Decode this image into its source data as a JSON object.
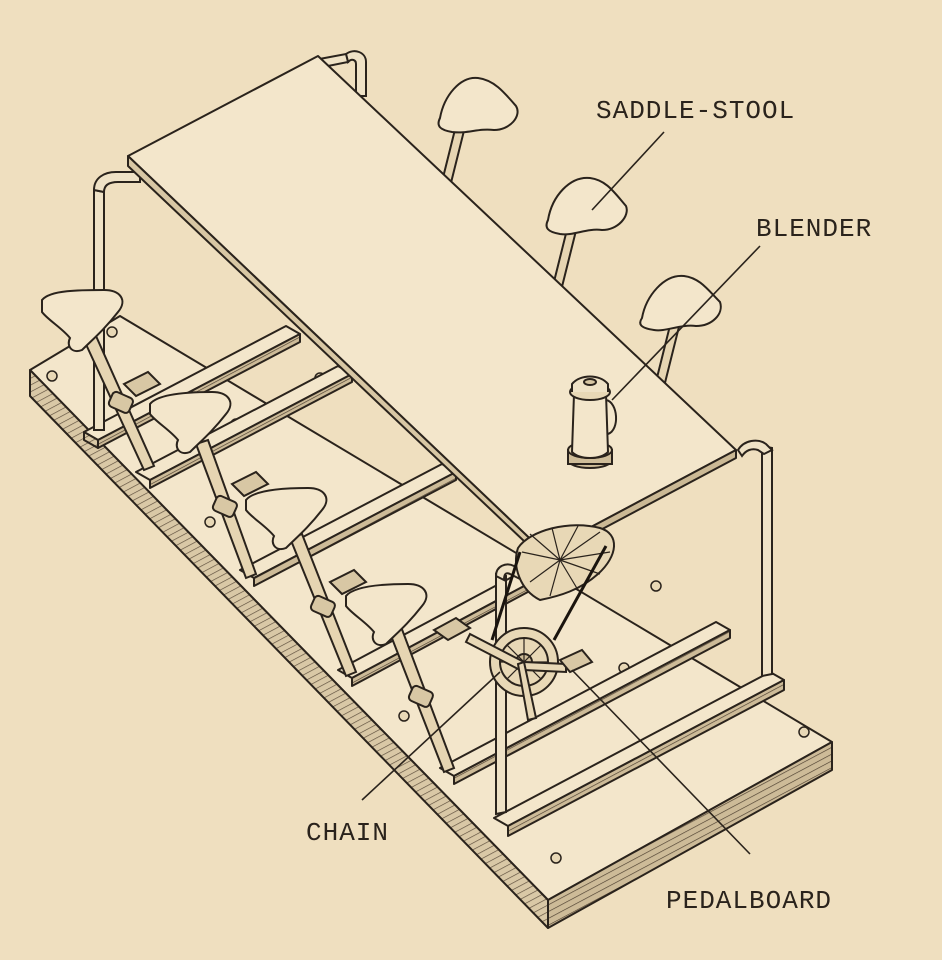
{
  "labels": {
    "saddle_stool": "SADDLE-STOOL",
    "blender": "BLENDER",
    "chain": "CHAIN",
    "pedalboard": "PEDALBOARD"
  },
  "colors": {
    "background": "#efdfbf",
    "wood": "#f3e6cb",
    "wood_side": "#cdbb98",
    "outline": "#2a231c"
  }
}
